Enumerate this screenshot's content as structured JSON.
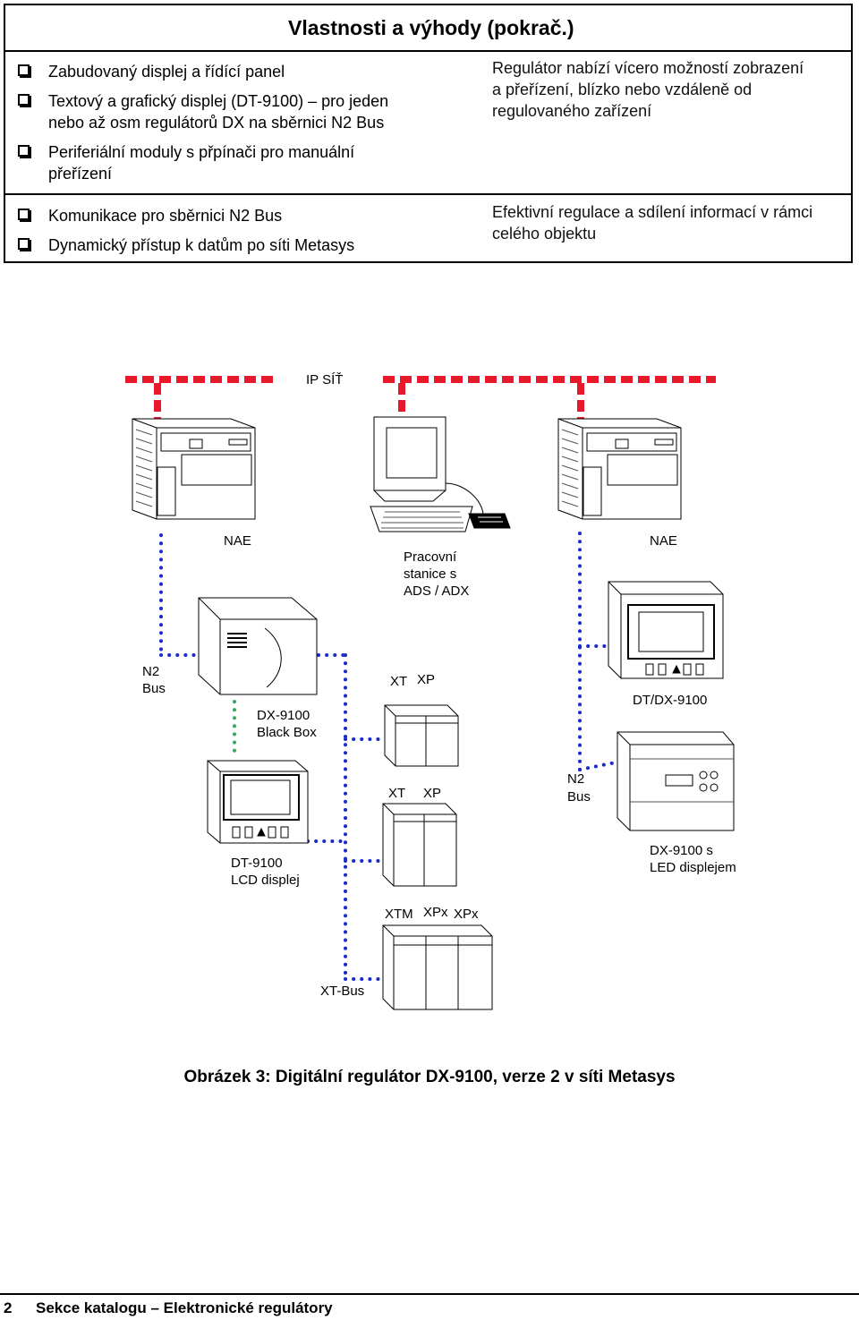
{
  "header": {
    "title": "Vlastnosti a výhody (pokrač.)"
  },
  "features": [
    {
      "lines": [
        "Zabudovaný displej a řídící panel"
      ]
    },
    {
      "lines": [
        "Textový a grafický displej (DT-9100) – pro jeden",
        "nebo až osm regulátorů DX na sběrnici N2 Bus"
      ]
    },
    {
      "lines": [
        "Periferiální moduly s přpínači pro manuální",
        "přeřízení"
      ]
    },
    {
      "lines": [
        "Komunikace pro sběrnici N2 Bus"
      ]
    },
    {
      "lines": [
        "Dynamický přístup k datům po síti Metasys"
      ]
    }
  ],
  "benefits": [
    {
      "lines": [
        "Regulátor nabízí vícero možností zobrazení",
        "a přeřízení, blízko nebo vzdáleně od",
        "regulovaného zařízení"
      ]
    },
    {
      "lines": [
        "Efektivní regulace a sdílení informací v rámci",
        "celého objektu"
      ]
    }
  ],
  "diagram": {
    "labels": {
      "ip_network": "IP SÍŤ",
      "nae_left": "NAE",
      "nae_right": "NAE",
      "workstation_1": "Pracovní",
      "workstation_2": "stanice s",
      "workstation_3": "ADS / ADX",
      "n2_bus_left_1": "N2",
      "n2_bus_left_2": "Bus",
      "blackbox_1": "DX-9100",
      "blackbox_2": "Black Box",
      "xt_1": "XT",
      "xp_1": "XP",
      "xt_2": "XT",
      "xp_2": "XP",
      "dt_dx": "DT/DX-9100",
      "n2_bus_right_1": "N2",
      "n2_bus_right_2": "Bus",
      "dt9100_1": "DT-9100",
      "dt9100_2": "LCD displej",
      "dxled_1": "DX-9100 s",
      "dxled_2": "LED displejem",
      "xtm": "XTM",
      "xpx_1": "XPx",
      "xpx_2": "XPx",
      "xtbus": "XT-Bus"
    },
    "colors": {
      "ip_network": "#e8192c",
      "n2_bus": "#1a2bd0",
      "xt_bus": "#1a2bd0",
      "local_link": "#3aa860"
    }
  },
  "caption": "Obrázek 3: Digitální regulátor DX-9100, verze 2 v síti Metasys",
  "footer": {
    "page_number": "2",
    "section": "Sekce katalogu – Elektronické regulátory"
  }
}
